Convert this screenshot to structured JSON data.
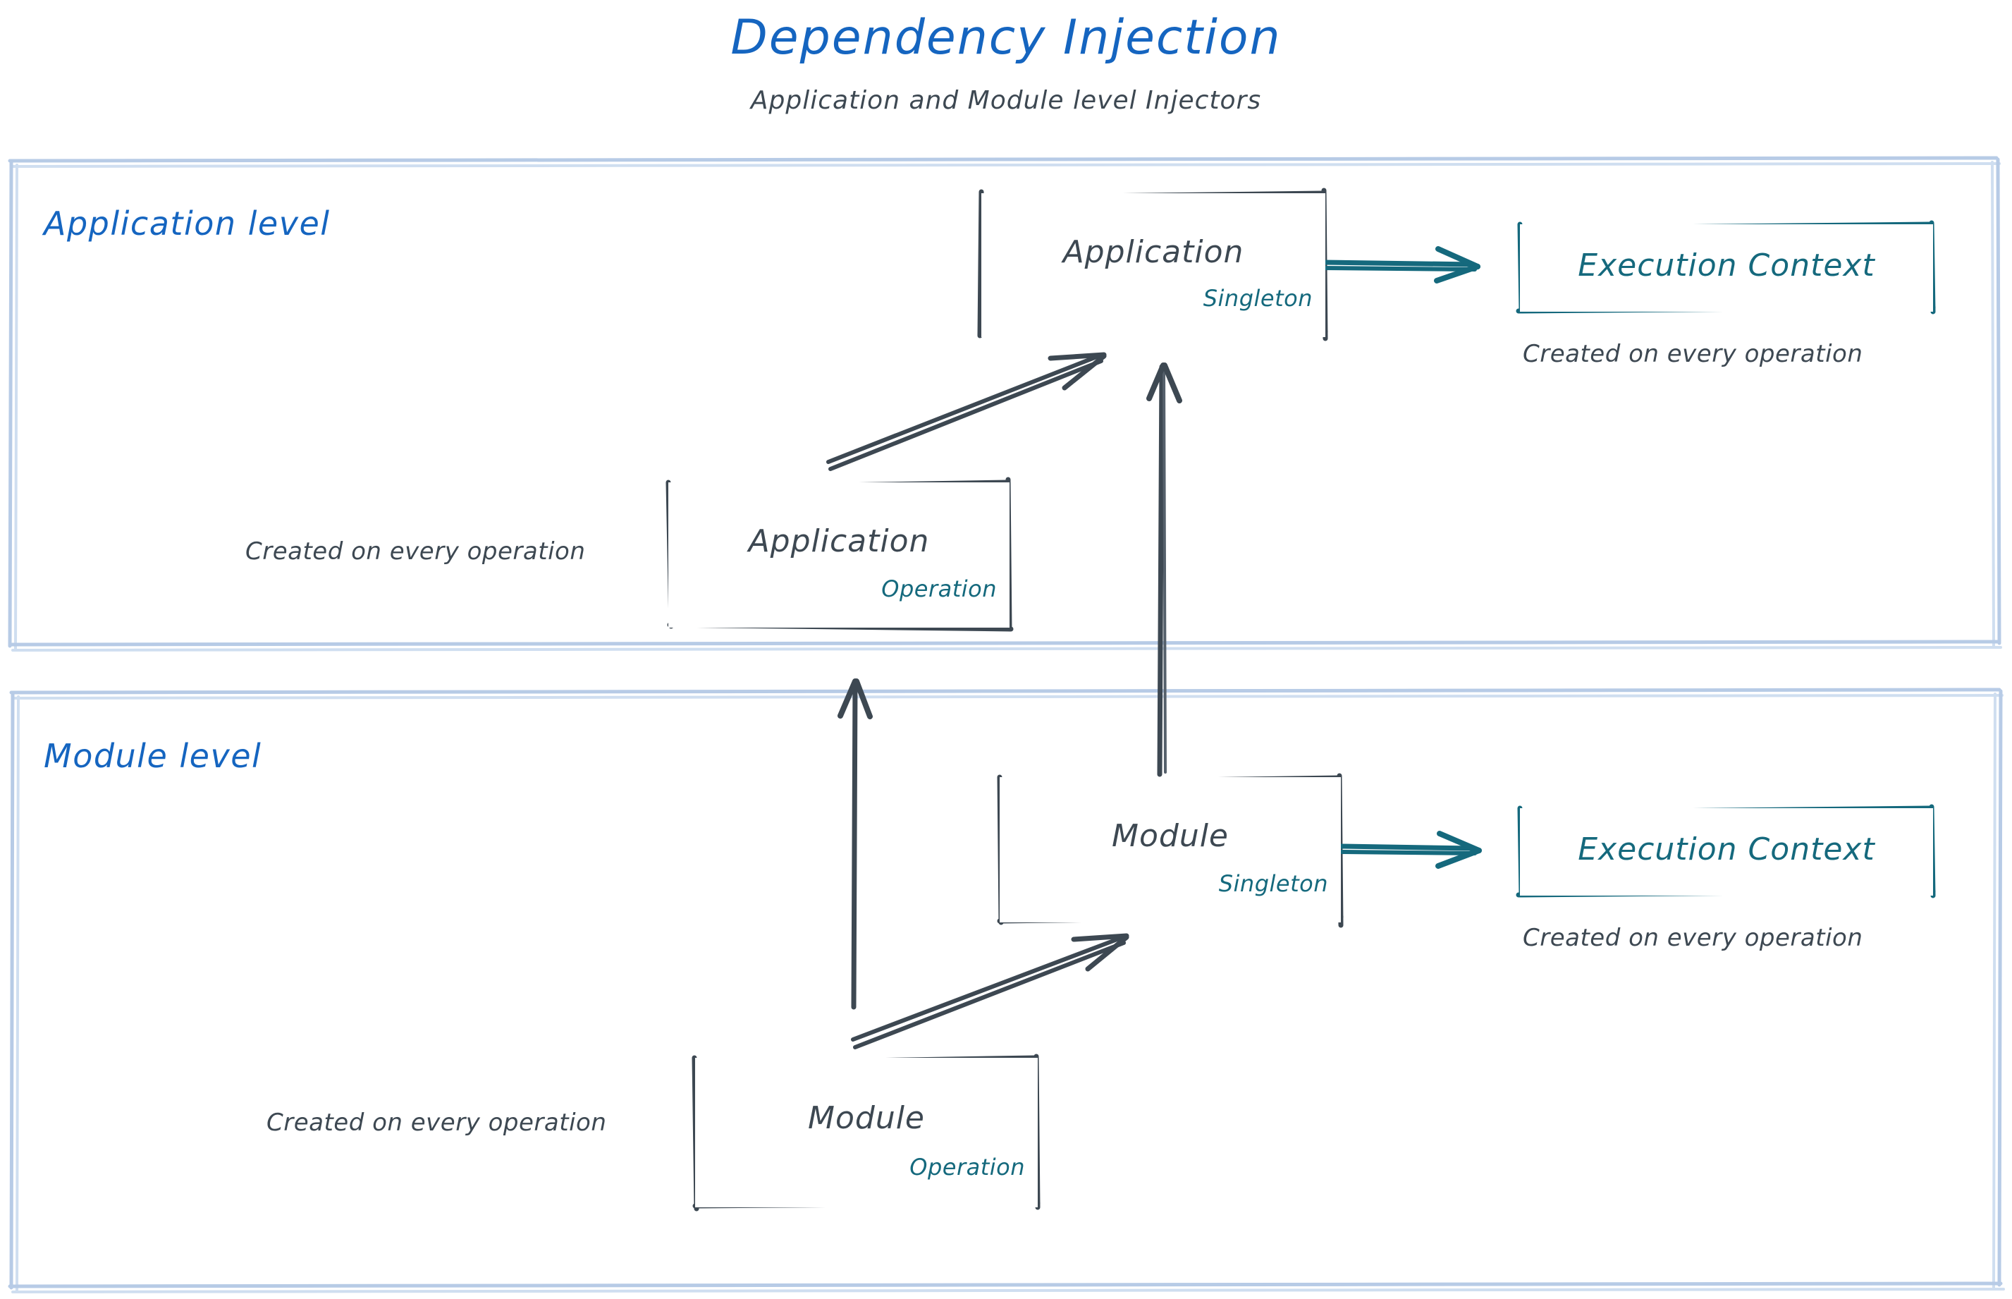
{
  "header": {
    "title": "Dependency Injection",
    "subtitle": "Application and Module level Injectors"
  },
  "colors": {
    "title_blue": "#1565C0",
    "level_blue": "#1565C0",
    "container_border": "#b7cbe6",
    "node_stroke": "#3d4852",
    "teal": "#15697D",
    "text_gray": "#3d4852",
    "background": "#ffffff"
  },
  "levels": [
    {
      "id": "application-level",
      "label": "Application level",
      "nodes": [
        {
          "id": "application-singleton",
          "title": "Application",
          "scope": "Singleton",
          "style": "dark"
        },
        {
          "id": "application-operation",
          "title": "Application",
          "scope": "Operation",
          "style": "dark"
        },
        {
          "id": "execution-context-application",
          "title": "Execution Context",
          "style": "teal"
        }
      ],
      "notes": [
        {
          "id": "note-app-exec-ctx",
          "text": "Created on every operation"
        },
        {
          "id": "note-app-operation",
          "text": "Created on every operation"
        }
      ]
    },
    {
      "id": "module-level",
      "label": "Module level",
      "nodes": [
        {
          "id": "module-singleton",
          "title": "Module",
          "scope": "Singleton",
          "style": "dark"
        },
        {
          "id": "module-operation",
          "title": "Module",
          "scope": "Operation",
          "style": "dark"
        },
        {
          "id": "execution-context-module",
          "title": "Execution Context",
          "style": "teal"
        }
      ],
      "notes": [
        {
          "id": "note-module-exec-ctx",
          "text": "Created on every operation"
        },
        {
          "id": "note-module-operation",
          "text": "Created on every operation"
        }
      ]
    }
  ],
  "edges": [
    {
      "id": "edge-app-operation-to-app-singleton",
      "from": "application-operation",
      "to": "application-singleton",
      "color": "#3d4852"
    },
    {
      "id": "edge-app-singleton-to-exec-ctx",
      "from": "application-singleton",
      "to": "execution-context-application",
      "color": "#15697D"
    },
    {
      "id": "edge-module-singleton-to-app-singleton",
      "from": "module-singleton",
      "to": "application-singleton",
      "color": "#3d4852"
    },
    {
      "id": "edge-module-operation-to-app-operation",
      "from": "module-operation",
      "to": "application-operation",
      "color": "#3d4852"
    },
    {
      "id": "edge-module-operation-to-module-singleton",
      "from": "module-operation",
      "to": "module-singleton",
      "color": "#3d4852"
    },
    {
      "id": "edge-module-singleton-to-exec-ctx",
      "from": "module-singleton",
      "to": "execution-context-module",
      "color": "#15697D"
    }
  ]
}
